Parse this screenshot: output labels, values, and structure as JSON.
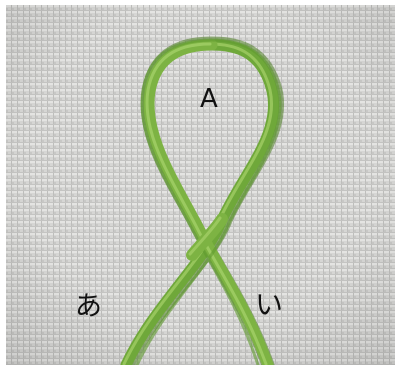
{
  "labels": {
    "top_loop": "A",
    "left_strand": "あ",
    "right_strand": "い"
  },
  "colors": {
    "fabric_base": "#d6d6d4",
    "fabric_light": "#e4e4e2",
    "fabric_dark": "#bebebc",
    "cord_main": "#7db343",
    "cord_shadow": "#5b8f2a",
    "cord_highlight": "#a6d16a",
    "label_text": "#111111"
  }
}
